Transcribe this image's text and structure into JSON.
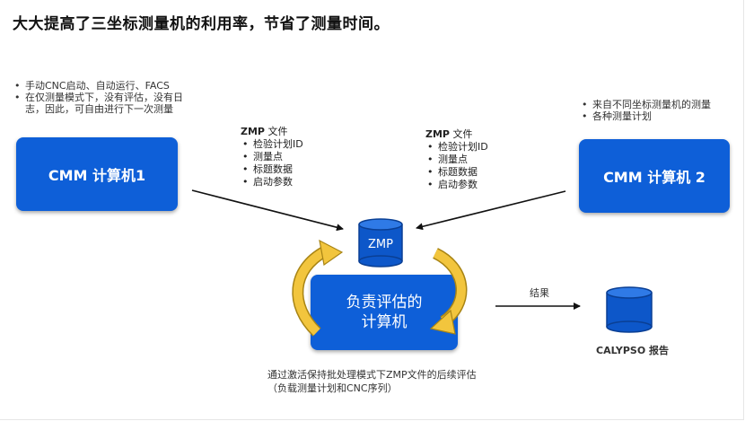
{
  "heading": "大大提高了三坐标测量机的利用率，节省了测量时间。",
  "left_bullets": [
    "手动CNC启动、自动运行、FACS",
    "在仅测量模式下，没有评估，没有日志，因此，可自由进行下一次测量"
  ],
  "right_bullets": [
    "来自不同坐标测量机的测量",
    "各种测量计划"
  ],
  "cmm1": "CMM 计算机1",
  "cmm2": "CMM 计算机 2",
  "zmp_left": {
    "title_bold": "ZMP",
    "title_rest": " 文件",
    "items": [
      "检验计划ID",
      "测量点",
      "标题数据",
      "启动参数"
    ]
  },
  "zmp_right": {
    "title_bold": "ZMP",
    "title_rest": " 文件",
    "items": [
      "检验计划ID",
      "测量点",
      "标题数据",
      "启动参数"
    ]
  },
  "zmp_db_label": "ZMP",
  "eval_line1": "负责评估的",
  "eval_line2": "计算机",
  "result_label": "结果",
  "calypso_label": "CALYPSO 报告",
  "bottom_line1": "通过激活保持批处理模式下ZMP文件的后续评估",
  "bottom_line2": "（负载测量计划和CNC序列）",
  "colors": {
    "box_blue": "#0e5fd8",
    "db_blue": "#0d57c9",
    "arrow_yellow": "#f2c53d"
  }
}
